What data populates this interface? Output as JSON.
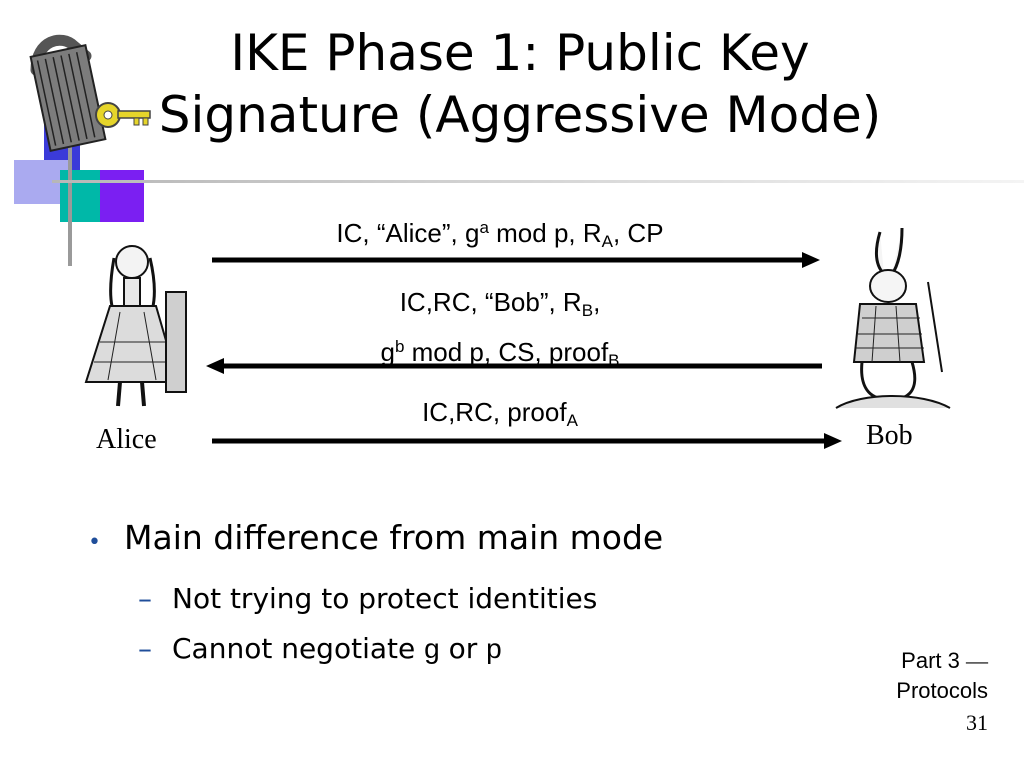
{
  "slide": {
    "title_line1": "IKE Phase 1: Public Key",
    "title_line2": "Signature (Aggressive Mode)",
    "left_party": "Alice",
    "right_party": "Bob",
    "messages": {
      "m1": {
        "p1": "IC, “Alice”, g",
        "sup": "a",
        "p2": " mod p, R",
        "sub": "A",
        "p3": ", CP"
      },
      "m2": {
        "line1_p1": "IC,RC, “Bob”, R",
        "line1_sub": "B",
        "line1_p2": ",",
        "line2_p1": "g",
        "line2_sup": "b",
        "line2_p2": " mod p, CS, proof",
        "line2_sub": "B"
      },
      "m3": {
        "p1": "IC,RC, proof",
        "sub": "A"
      }
    },
    "bullets": {
      "main": "Main difference from main mode",
      "sub1": "Not trying to protect identities",
      "sub2_p1": "Cannot negotiate ",
      "sub2_g": "g",
      "sub2_mid": " or ",
      "sub2_p": "p"
    },
    "footer": {
      "line1": "Part 3",
      "dash": "—",
      "line2": "Protocols"
    },
    "page_number": "31"
  }
}
